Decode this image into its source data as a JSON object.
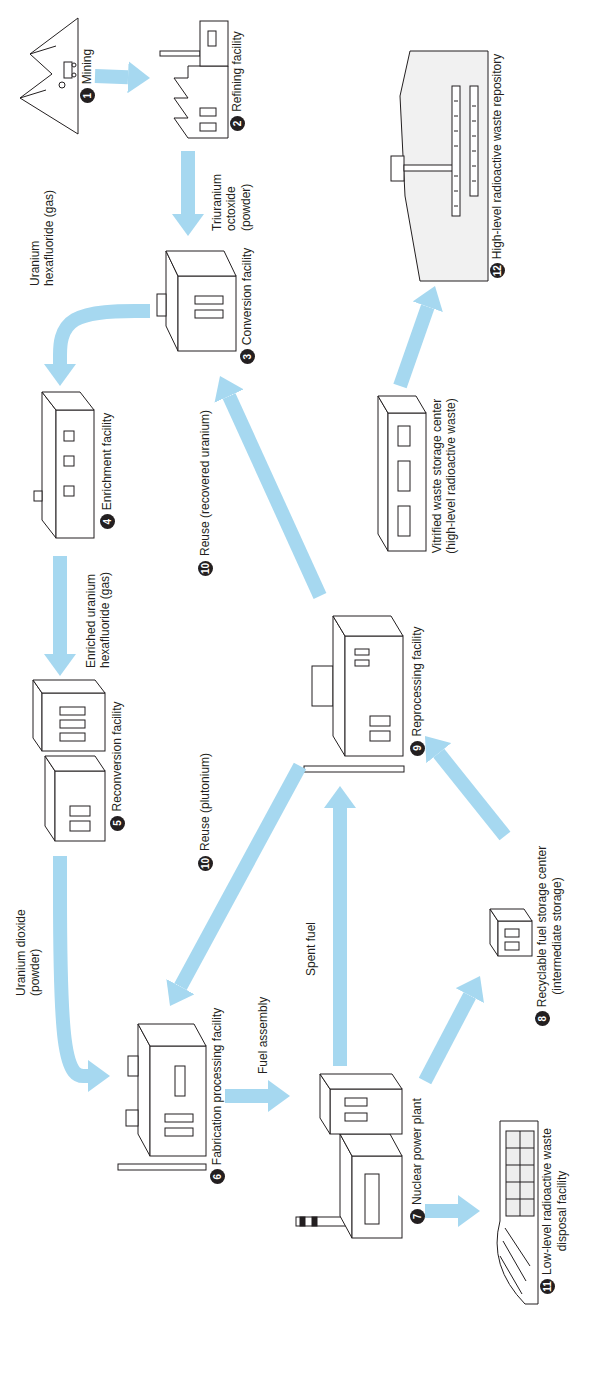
{
  "diagram": {
    "nodes": [
      {
        "text": [
          "1",
          "Mining"
        ]
      },
      {
        "text": [
          "2",
          "Refining facility"
        ]
      },
      {
        "text": [
          "3",
          "Conversion facility"
        ]
      },
      {
        "text": [
          "4",
          "Enrichment facility"
        ]
      },
      {
        "text": [
          "5",
          "Reconversion facility"
        ]
      },
      {
        "text": [
          "6",
          "Fabrication processing facility"
        ]
      },
      {
        "text": [
          "7",
          "Nuclear power plant"
        ]
      },
      {
        "text": [
          "8",
          "Recyclable fuel storage center (intermediate storage)"
        ]
      },
      {
        "text": [
          "9",
          "Reprocessing facility"
        ]
      },
      {
        "text": [
          "Vitrified waste storage center (high-level radioactive waste)"
        ]
      },
      {
        "text": [
          "11",
          "Low-level radioactive waste disposal facility"
        ]
      },
      {
        "text": [
          "12",
          "High-level radioactive waste repository"
        ]
      }
    ],
    "edges": [
      {
        "from": 0,
        "to": 1,
        "arrow": "to"
      },
      {
        "from": 1,
        "to": 2,
        "label": "Triuranium octoxide (powder)",
        "arrow": "to"
      },
      {
        "from": 2,
        "to": 3,
        "label": "Uranium hexafluoride (gas)",
        "arrow": "to"
      },
      {
        "from": 3,
        "to": 4,
        "label": "Enriched uranium hexafluoride (gas)",
        "arrow": "to"
      },
      {
        "from": 4,
        "to": 5,
        "label": "Uranium dioxide (powder)",
        "arrow": "to"
      },
      {
        "from": 5,
        "to": 6,
        "label": "Fuel assembly",
        "arrow": "to"
      },
      {
        "from": 6,
        "to": 10,
        "arrow": "to"
      },
      {
        "from": 6,
        "to": 7,
        "arrow": "to"
      },
      {
        "from": 6,
        "to": 8,
        "label": "Spent fuel",
        "arrow": "to"
      },
      {
        "from": 7,
        "to": 8,
        "arrow": "to"
      },
      {
        "from": 8,
        "to": 5,
        "label": "Reuse (plutonium)",
        "arrow": "to"
      },
      {
        "from": 8,
        "to": 2,
        "label": "Reuse (recovered uranium)",
        "arrow": "to"
      },
      {
        "from": 9,
        "to": 11,
        "arrow": "to"
      }
    ],
    "labels": [
      "10",
      "10"
    ]
  }
}
